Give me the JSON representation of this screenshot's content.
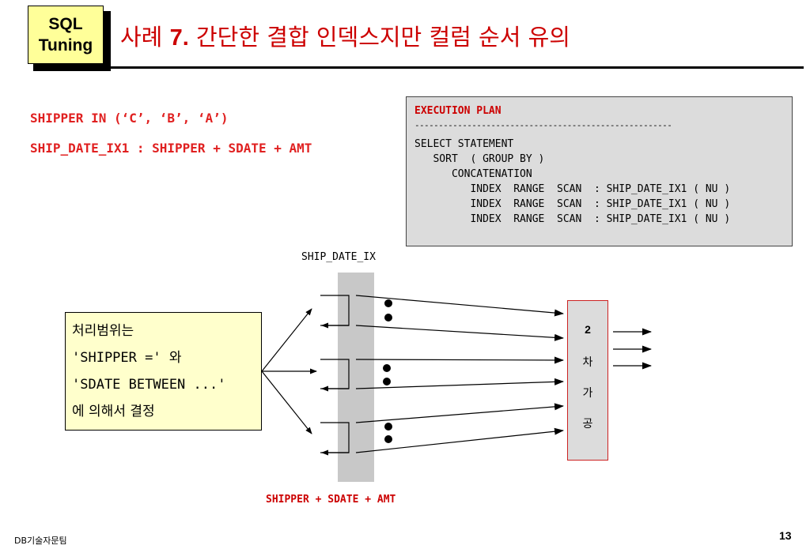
{
  "badge": {
    "line1": "SQL",
    "line2": "Tuning"
  },
  "title": {
    "prefix": "사례 ",
    "number": "7.",
    "text": " 간단한 결합 인덱스지만  컬럼 순서 유의"
  },
  "conditions": [
    "SHIPPER IN (‘C’, ‘B’, ‘A’)",
    "SHIP_DATE_IX1 : SHIPPER + SDATE + AMT"
  ],
  "execution_plan": {
    "header": "EXECUTION PLAN",
    "separator": "------------------------------------------------------",
    "lines": [
      "SELECT STATEMENT",
      "   SORT  ( GROUP BY )",
      "      CONCATENATION",
      "         INDEX  RANGE  SCAN  : SHIP_DATE_IX1 ( NU )",
      "         INDEX  RANGE  SCAN  : SHIP_DATE_IX1 ( NU )",
      "         INDEX  RANGE  SCAN  : SHIP_DATE_IX1 ( NU )"
    ]
  },
  "diagram": {
    "index_label": "SHIP_DATE_IX",
    "index_columns_label": "SHIPPER + SDATE + AMT",
    "note_lines": [
      "처리범위는",
      "'SHIPPER =' 와",
      "'SDATE BETWEEN ...'",
      "에 의해서 결정"
    ],
    "process_box": [
      "2",
      "차",
      "가",
      "공"
    ]
  },
  "footer": {
    "team": "DB기술자문팀",
    "page": "13"
  }
}
